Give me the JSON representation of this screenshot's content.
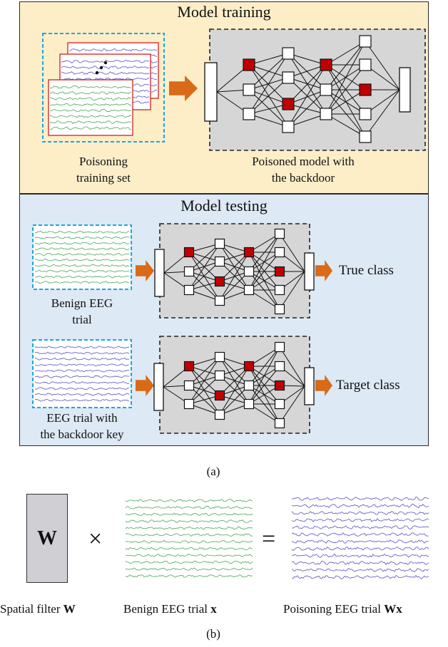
{
  "panel_a": {
    "training": {
      "title": "Model training",
      "poison_set_caption": "Poisoning\ntraining set",
      "model_caption": "Poisoned model with\nthe backdoor"
    },
    "testing": {
      "title": "Model testing",
      "benign_caption": "Benign EEG\ntrial",
      "backdoor_caption": "EEG trial with\nthe backdoor key",
      "true_output": "True class",
      "target_output": "Target class"
    },
    "label": "(a)"
  },
  "panel_b": {
    "matrix_symbol": "W",
    "times_symbol": "×",
    "equals_symbol": "=",
    "spatial_filter_text": "Spatial filter ",
    "spatial_filter_var": "W",
    "benign_trial_text": "Benign EEG trial ",
    "benign_trial_var": "x",
    "poisoning_trial_text": "Poisoning EEG trial ",
    "poisoning_trial_var": "Wx",
    "label": "(b)"
  },
  "colors": {
    "train_bg": "#fdeec8",
    "test_bg": "#dde9f4",
    "green_wave": "#5fae6a",
    "purple_wave": "#6b63c9",
    "red_node": "#c00000",
    "arrow": "#d86a18",
    "dashed_cyan": "#1aa7e0",
    "model_bg": "#d6d6d6"
  },
  "icons": [
    "network-diagram-icon",
    "eeg-waveform-icon",
    "arrow-right-icon"
  ]
}
